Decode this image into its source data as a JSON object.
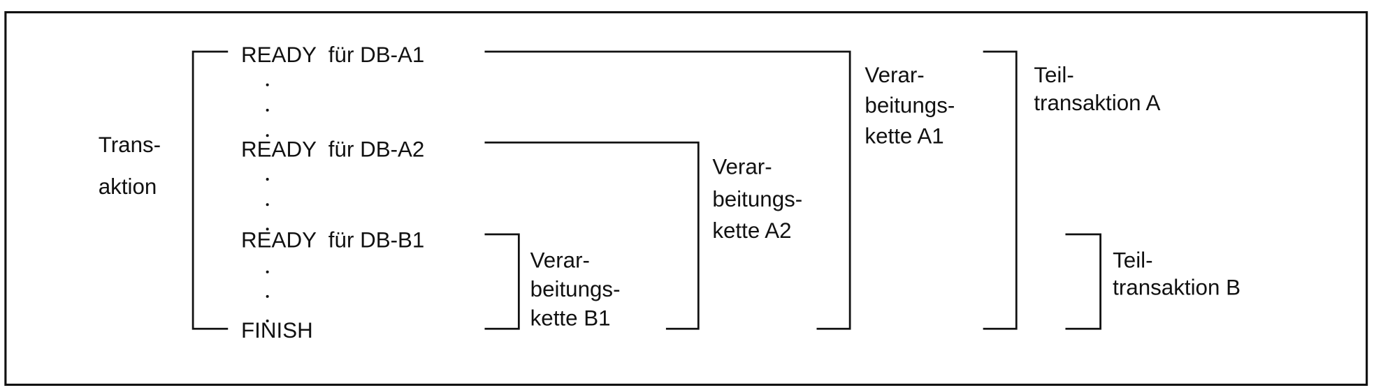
{
  "transaction_label": {
    "line1": "Trans-",
    "line2": "aktion"
  },
  "statements": [
    {
      "label": "READY  für DB-A1"
    },
    {
      "label": "READY  für DB-A2"
    },
    {
      "label": "READY  für DB-B1"
    },
    {
      "label": "FINISH"
    }
  ],
  "chains": {
    "b1": {
      "line1": "Verar-",
      "line2": "beitungs-",
      "line3": "kette B1"
    },
    "a2": {
      "line1": "Verar-",
      "line2": "beitungs-",
      "line3": "kette A2"
    },
    "a1": {
      "line1": "Verar-",
      "line2": "beitungs-",
      "line3": "kette A1"
    }
  },
  "subtransactions": {
    "a": {
      "line1": "Teil-",
      "line2": "transaktion A"
    },
    "b": {
      "line1": "Teil-",
      "line2": "transaktion B"
    }
  }
}
